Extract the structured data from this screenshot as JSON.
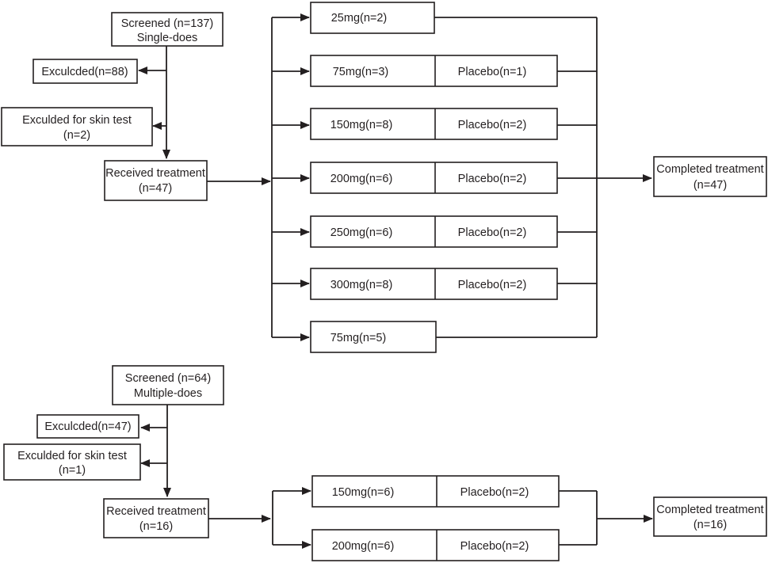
{
  "single_dose": {
    "screened": {
      "line1": "Screened (n=137)",
      "line2": "Single-does"
    },
    "excluded": {
      "line1": "Exculcded(n=88)"
    },
    "excluded_skin": {
      "line1": "Exculded for skin test",
      "line2": "(n=2)"
    },
    "received": {
      "line1": "Received treatment",
      "line2": "(n=47)"
    },
    "completed": {
      "line1": "Completed treatment",
      "line2": "(n=47)"
    },
    "arms": [
      {
        "dose": "25mg(n=2)",
        "placebo": ""
      },
      {
        "dose": "75mg(n=3)",
        "placebo": "Placebo(n=1)"
      },
      {
        "dose": "150mg(n=8)",
        "placebo": "Placebo(n=2)"
      },
      {
        "dose": "200mg(n=6)",
        "placebo": "Placebo(n=2)"
      },
      {
        "dose": "250mg(n=6)",
        "placebo": "Placebo(n=2)"
      },
      {
        "dose": "300mg(n=8)",
        "placebo": "Placebo(n=2)"
      },
      {
        "dose": "75mg(n=5)",
        "placebo": ""
      }
    ]
  },
  "multiple_dose": {
    "screened": {
      "line1": "Screened (n=64)",
      "line2": "Multiple-does"
    },
    "excluded": {
      "line1": "Exculcded(n=47)"
    },
    "excluded_skin": {
      "line1": "Exculded for skin test",
      "line2": "(n=1)"
    },
    "received": {
      "line1": "Received treatment",
      "line2": "(n=16)"
    },
    "completed": {
      "line1": "Completed treatment",
      "line2": "(n=16)"
    },
    "arms": [
      {
        "dose": "150mg(n=6)",
        "placebo": "Placebo(n=2)"
      },
      {
        "dose": "200mg(n=6)",
        "placebo": "Placebo(n=2)"
      }
    ]
  }
}
